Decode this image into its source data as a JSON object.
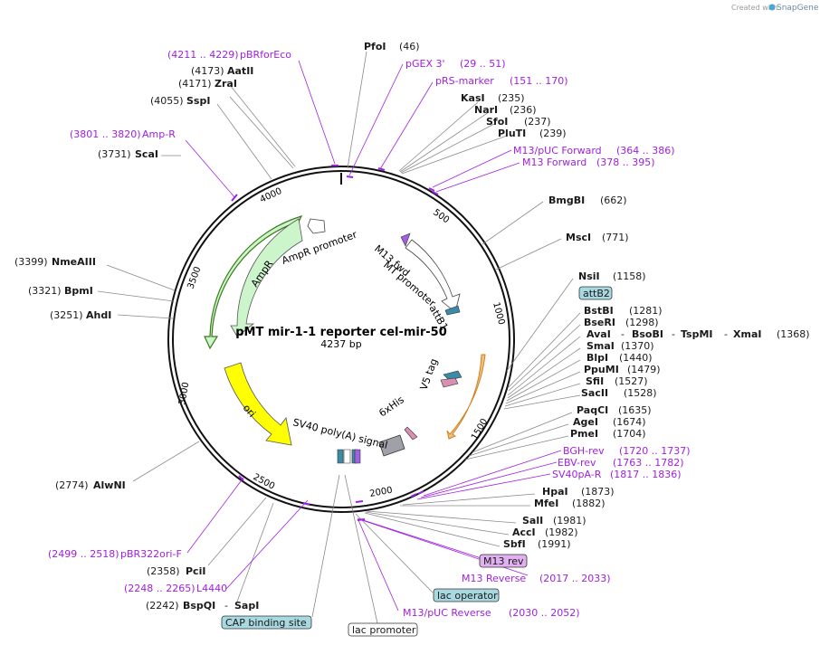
{
  "credit": {
    "text": "Created with",
    "brand": "SnapGene"
  },
  "plasmid": {
    "name": "pMT mir-1-1 reporter cel-mir-50",
    "size": "4237 bp"
  },
  "ticks": [
    "500",
    "1000",
    "1500",
    "2000",
    "2500",
    "3000",
    "3500",
    "4000"
  ],
  "features": {
    "ampr": "AmpR",
    "ampr_promoter": "AmpR promoter",
    "ori": "ori",
    "m13_fwd": "M13 fwd",
    "mt_promoter": "MT promoter",
    "attb1": "attB1",
    "v5_tag": "V5 tag",
    "his": "6xHis",
    "sv40": "SV40 poly(A) signal"
  },
  "sites": [
    {
      "name": "PfoI",
      "pos": "(46)"
    },
    {
      "name": "KasI",
      "pos": "(235)"
    },
    {
      "name": "NarI",
      "pos": "(236)"
    },
    {
      "name": "SfoI",
      "pos": "(237)"
    },
    {
      "name": "PluTI",
      "pos": "(239)"
    },
    {
      "name": "BmgBI",
      "pos": "(662)"
    },
    {
      "name": "MscI",
      "pos": "(771)"
    },
    {
      "name": "NsiI",
      "pos": "(1158)"
    },
    {
      "name": "BstBI",
      "pos": "(1281)"
    },
    {
      "name": "BseRI",
      "pos": "(1298)"
    },
    {
      "name": "AvaI",
      "pos": "(1368)"
    },
    {
      "name": "BsoBI",
      "pos": ""
    },
    {
      "name": "TspMI",
      "pos": ""
    },
    {
      "name": "XmaI",
      "pos": ""
    },
    {
      "name": "SmaI",
      "pos": "(1370)"
    },
    {
      "name": "BlpI",
      "pos": "(1440)"
    },
    {
      "name": "PpuMI",
      "pos": "(1479)"
    },
    {
      "name": "SfiI",
      "pos": "(1527)"
    },
    {
      "name": "SacII",
      "pos": "(1528)"
    },
    {
      "name": "PaqCI",
      "pos": "(1635)"
    },
    {
      "name": "AgeI",
      "pos": "(1674)"
    },
    {
      "name": "PmeI",
      "pos": "(1704)"
    },
    {
      "name": "HpaI",
      "pos": "(1873)"
    },
    {
      "name": "MfeI",
      "pos": "(1882)"
    },
    {
      "name": "SalI",
      "pos": "(1981)"
    },
    {
      "name": "AccI",
      "pos": "(1982)"
    },
    {
      "name": "SbfI",
      "pos": "(1991)"
    },
    {
      "name": "AatII",
      "pos": "(4173)"
    },
    {
      "name": "ZraI",
      "pos": "(4171)"
    },
    {
      "name": "SspI",
      "pos": "(4055)"
    },
    {
      "name": "ScaI",
      "pos": "(3731)"
    },
    {
      "name": "NmeAIII",
      "pos": "(3399)"
    },
    {
      "name": "BpmI",
      "pos": "(3321)"
    },
    {
      "name": "AhdI",
      "pos": "(3251)"
    },
    {
      "name": "AlwNI",
      "pos": "(2774)"
    },
    {
      "name": "PciI",
      "pos": "(2358)"
    },
    {
      "name": "BspQI",
      "pos": "(2242)"
    },
    {
      "name": "SapI",
      "pos": ""
    }
  ],
  "primers": [
    {
      "name": "pBRforEco",
      "range": "(4211 .. 4229)"
    },
    {
      "name": "pGEX 3'",
      "range": "(29 .. 51)"
    },
    {
      "name": "pRS-marker",
      "range": "(151 .. 170)"
    },
    {
      "name": "M13/pUC Forward",
      "range": "(364 .. 386)"
    },
    {
      "name": "M13 Forward",
      "range": "(378 .. 395)"
    },
    {
      "name": "Amp-R",
      "range": "(3801 .. 3820)"
    },
    {
      "name": "BGH-rev",
      "range": "(1720 .. 1737)"
    },
    {
      "name": "EBV-rev",
      "range": "(1763 .. 1782)"
    },
    {
      "name": "SV40pA-R",
      "range": "(1817 .. 1836)"
    },
    {
      "name": "M13 Reverse",
      "range": "(2017 .. 2033)"
    },
    {
      "name": "M13/pUC Reverse",
      "range": "(2030 .. 2052)"
    },
    {
      "name": "pBR322ori-F",
      "range": "(2499 .. 2518)"
    },
    {
      "name": "L4440",
      "range": "(2248 .. 2265)"
    }
  ],
  "boxes": {
    "attb2": "attB2",
    "m13rev": "M13 rev",
    "lacop": "lac operator",
    "lacpro": "lac promoter",
    "cap": "CAP binding site"
  },
  "dash": "-",
  "colors": {
    "ampr": "#ccf5cc",
    "ori": "#ffff00",
    "primer": "#a020e0",
    "box_blue": "#a8d8e0",
    "box_purple": "#e0b0f0",
    "v5": "#f0c080"
  }
}
